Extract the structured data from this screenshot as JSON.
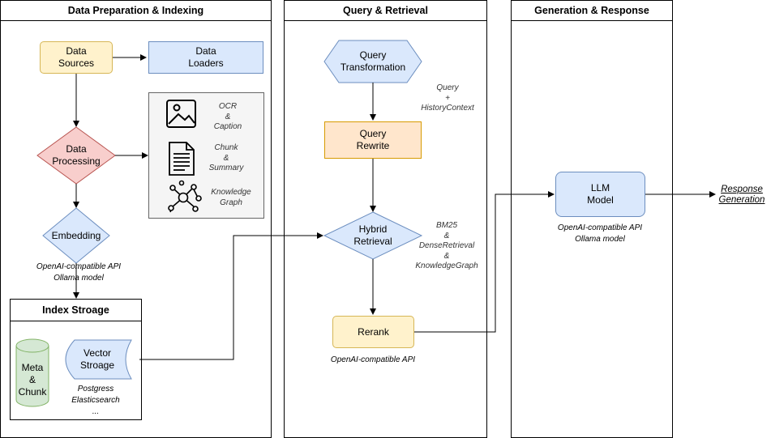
{
  "panels": {
    "prep": {
      "title": "Data Preparation & Indexing"
    },
    "query": {
      "title": "Query & Retrieval"
    },
    "gen": {
      "title": "Generation & Response"
    }
  },
  "nodes": {
    "data_sources": "Data\nSources",
    "data_loaders": "Data\nLoaders",
    "data_processing": "Data\nProcessing",
    "embedding": "Embedding",
    "index_storage_title": "Index Stroage",
    "meta_chunk": "Meta\n&\nChunk",
    "vector_storage": "Vector\nStroage",
    "query_transformation": "Query\nTransformation",
    "query_rewrite": "Query\nRewrite",
    "hybrid_retrieval": "Hybrid\nRetrieval",
    "rerank": "Rerank",
    "llm_model": "LLM\nModel"
  },
  "processing_items": {
    "ocr": "OCR\n&\nCaption",
    "chunk": "Chunk\n&\nSummary",
    "kg": "Knowledge\nGraph"
  },
  "notes": {
    "embedding_api": "OpenAI-compatible API\nOllama model",
    "vector_backends": "Postgress\nElasticsearch\n...",
    "query_context": "Query\n+\nHistoryContext",
    "retrieval_methods": "BM25\n&\nDenseRetrieval\n&\nKnowledgeGraph",
    "rerank_api": "OpenAI-compatible API",
    "llm_api": "OpenAI-compatible API\nOllama model",
    "response": "Response\nGeneration"
  }
}
